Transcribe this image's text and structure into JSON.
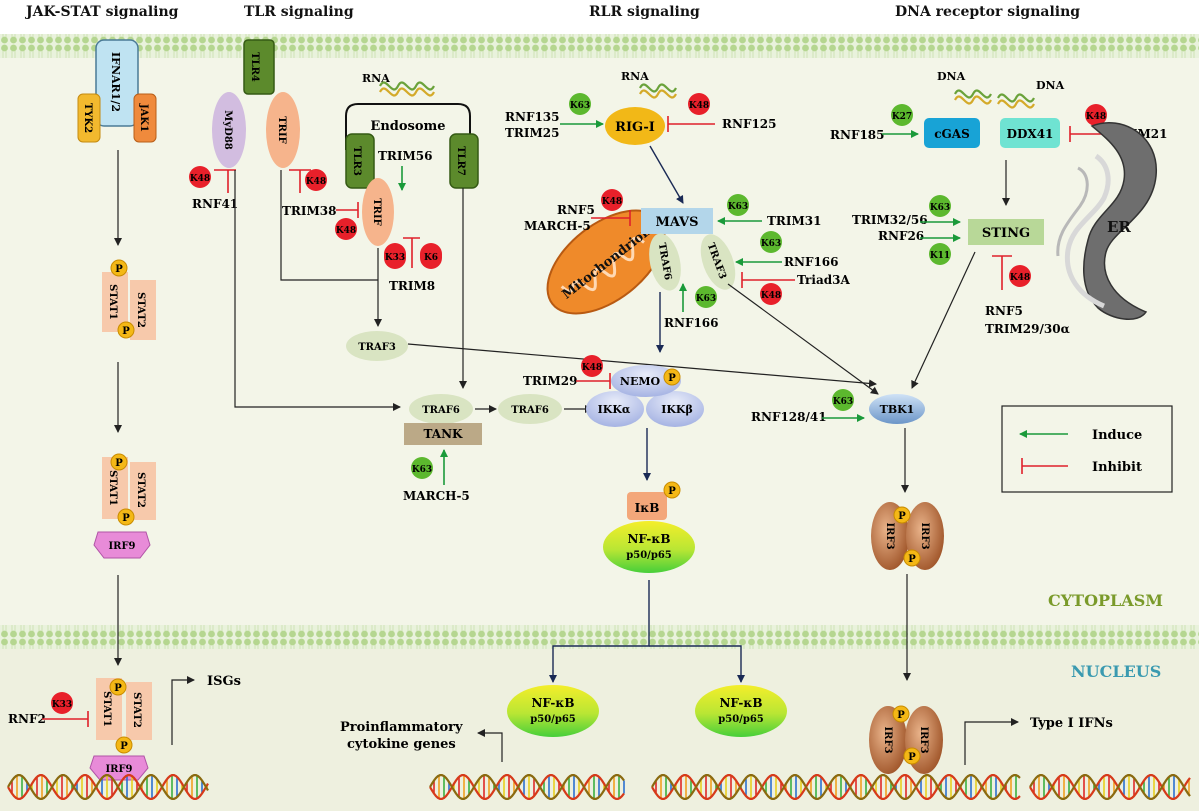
{
  "headers": {
    "jak": "JAK-STAT signaling",
    "tlr": "TLR signaling",
    "rlr": "RLR signaling",
    "dna": "DNA  receptor signaling"
  },
  "compartments": {
    "cytoplasm": "CYTOPLASM",
    "nucleus": "NUCLEUS"
  },
  "receptors": {
    "ifnar": "IFNAR1/2",
    "tyk2": "TYK2",
    "jak1": "JAK1",
    "tlr4": "TLR4",
    "tlr3": "TLR3",
    "tlr7": "TLR7",
    "endosome": "Endosome",
    "rna": "RNA",
    "dna": "DNA",
    "er": "ER",
    "mito": "Mitochondrion"
  },
  "proteins": {
    "myd88": "MyD88",
    "trif": "TRIF",
    "traf3": "TRAF3",
    "traf6": "TRAF6",
    "tank": "TANK",
    "rigi": "RIG-I",
    "mavs": "MAVS",
    "nemo": "NEMO",
    "ikka": "IKKα",
    "ikkb": "IKKβ",
    "ikb": "IκB",
    "nfkb": "NF-κB",
    "p50p65": "p50/p65",
    "cgas": "cGAS",
    "ddx41": "DDX41",
    "sting": "STING",
    "tbk1": "TBK1",
    "irf3": "IRF3",
    "stat1": "STAT1",
    "stat2": "STAT2",
    "irf9": "IRF9",
    "p": "P"
  },
  "regulators": {
    "rnf41": "RNF41",
    "trim38": "TRIM38",
    "trim56": "TRIM56",
    "trim8": "TRIM8",
    "march5": "MARCH-5",
    "rnf135": "RNF135",
    "trim25": "TRIM25",
    "rnf125": "RNF125",
    "rnf5": "RNF5",
    "trim31": "TRIM31",
    "rnf166": "RNF166",
    "triad3a": "Triad3A",
    "trim29": "TRIM29",
    "rnf185": "RNF185",
    "trim21": "TRIM21",
    "trim3256": "TRIM32/56",
    "rnf26": "RNF26",
    "trim2930": "TRIM29/30α",
    "rnf12841": "RNF128/41",
    "rnf2": "RNF2"
  },
  "ubiquitin": {
    "k48": "K48",
    "k63": "K63",
    "k33": "K33",
    "k6": "K6",
    "k27": "K27",
    "k11": "K11"
  },
  "outputs": {
    "isgs": "ISGs",
    "proinflam1": "Proinflammatory",
    "proinflam2": "cytokine genes",
    "typei": "Type I IFNs"
  },
  "legend": {
    "induce": "Induce",
    "inhibit": "Inhibit"
  },
  "colors": {
    "induce": "#1a9a3a",
    "inhibit": "#e0202a",
    "k48": "#e8202a",
    "k63": "#5cb82e",
    "cytoplasm_text": "#7a9a2a",
    "nucleus_text": "#3a9ab0"
  }
}
